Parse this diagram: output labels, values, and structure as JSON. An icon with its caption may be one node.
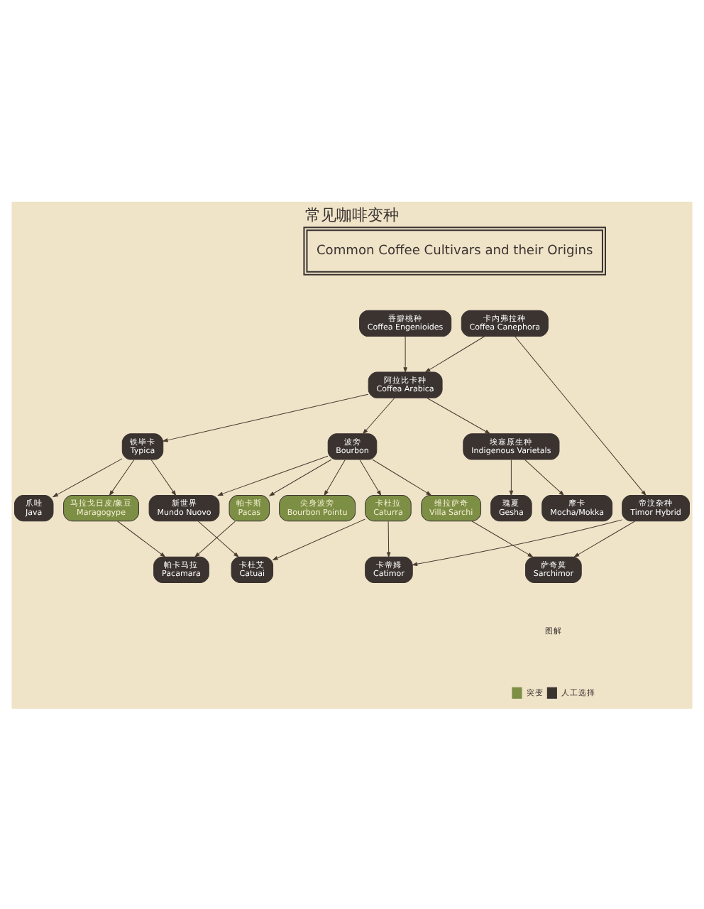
{
  "diagram": {
    "title": "常见咖啡变种",
    "nodes": [
      {
        "text": [
          "香擗桃种",
          "Coffea Engenioides"
        ]
      },
      {
        "text": [
          "卡内弗拉种",
          "Coffea Canephora"
        ]
      },
      {
        "text": [
          "阿拉比卡种",
          "Coffea Arabica"
        ]
      },
      {
        "text": [
          "埃塞原生种",
          "Indigenous Varietals"
        ]
      },
      {
        "text": [
          "尖身波旁",
          "Bourbon Pointu"
        ]
      },
      {
        "text": [
          "瑰夏",
          "Gesha"
        ]
      },
      {
        "text": [
          "爪哇",
          "Java"
        ]
      },
      {
        "text": [
          "帕卡斯",
          "Pacas"
        ]
      },
      {
        "text": [
          "摩卡",
          "Mocha/Mokka"
        ]
      },
      {
        "text": [
          "马拉戈日皮/象豆",
          "Maragogype"
        ]
      },
      {
        "text": [
          "铁毕卡",
          "Typica"
        ]
      },
      {
        "text": [
          "帕卡马拉",
          "Pacamara"
        ]
      },
      {
        "text": [
          "波旁",
          "Bourbon"
        ]
      },
      {
        "text": [
          "新世界",
          "Mundo Nuovo"
        ]
      },
      {
        "text": [
          "卡杜拉",
          "Caturra"
        ]
      },
      {
        "text": [
          "卡杜艾",
          "Catuai"
        ]
      },
      {
        "text": [
          "帝汶杂种",
          "Timor Hybrid"
        ]
      },
      {
        "text": [
          "维拉萨奇",
          "Villa Sarchi"
        ]
      },
      {
        "text": [
          "卡蒂姆",
          "Catimor"
        ]
      },
      {
        "text": [
          "萨奇莫",
          "Sarchimor"
        ]
      }
    ],
    "edges": [
      {
        "from": 0,
        "to": 2,
        "arrow": "to"
      },
      {
        "from": 1,
        "to": 2,
        "arrow": "to"
      },
      {
        "from": 1,
        "to": 16,
        "arrow": "to"
      },
      {
        "from": 2,
        "to": 3,
        "arrow": "to"
      },
      {
        "from": 2,
        "to": 12,
        "arrow": "to"
      },
      {
        "from": 2,
        "to": 10,
        "arrow": "to"
      },
      {
        "from": 3,
        "to": 5,
        "arrow": "to"
      },
      {
        "from": 3,
        "to": 8,
        "arrow": "to"
      },
      {
        "from": 12,
        "to": 4,
        "arrow": "to"
      },
      {
        "from": 10,
        "to": 6,
        "arrow": "to"
      },
      {
        "from": 12,
        "to": 7,
        "arrow": "to"
      },
      {
        "from": 7,
        "to": 11,
        "arrow": "to"
      },
      {
        "from": 9,
        "to": 11,
        "arrow": "to"
      },
      {
        "from": 10,
        "to": 9,
        "arrow": "to"
      },
      {
        "from": 12,
        "to": 13,
        "arrow": "to"
      },
      {
        "from": 10,
        "to": 13,
        "arrow": "to"
      },
      {
        "from": 13,
        "to": 15,
        "arrow": "to"
      },
      {
        "from": 12,
        "to": 14,
        "arrow": "to"
      },
      {
        "from": 12,
        "to": 17,
        "arrow": "to"
      },
      {
        "from": 14,
        "to": 15,
        "arrow": "to"
      },
      {
        "from": 14,
        "to": 18,
        "arrow": "to"
      },
      {
        "from": 16,
        "to": 18,
        "arrow": "to"
      },
      {
        "from": 17,
        "to": 19,
        "arrow": "to"
      },
      {
        "from": 16,
        "to": 19,
        "arrow": "to"
      }
    ],
    "labels": [
      "Common Coffee Cultivars and their Origins",
      "图解"
    ],
    "legend": [
      {
        "text": "突变",
        "color": "#7d8f45"
      },
      {
        "text": "人工选择",
        "color": "#3a3330"
      }
    ]
  }
}
